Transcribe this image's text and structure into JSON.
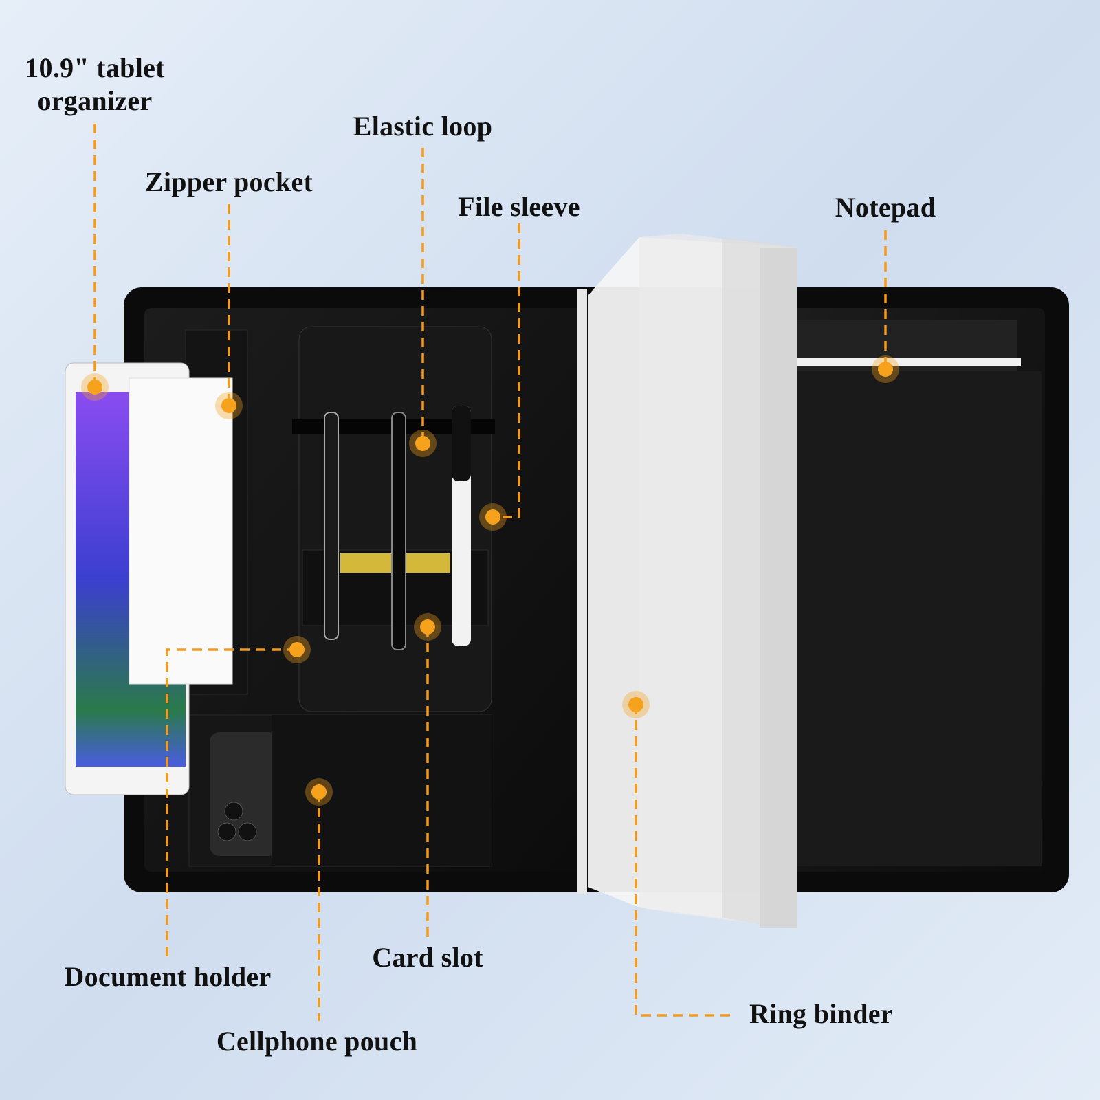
{
  "labels": {
    "tablet_line1": "10.9\" tablet",
    "tablet_line2": "organizer",
    "zipper_pocket": "Zipper pocket",
    "elastic_loop": "Elastic loop",
    "file_sleeve": "File sleeve",
    "notepad": "Notepad",
    "document_holder": "Document holder",
    "card_slot": "Card slot",
    "cellphone_pouch": "Cellphone pouch",
    "ring_binder": "Ring binder"
  },
  "colors": {
    "accent": "#f59a1b",
    "leather": "#141414",
    "background": "#dfe9f5"
  }
}
